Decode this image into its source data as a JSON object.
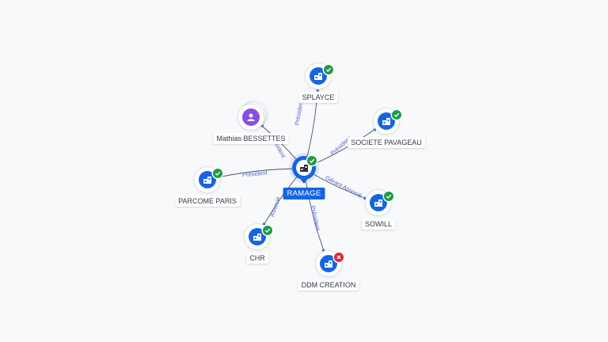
{
  "graph": {
    "center": {
      "label": "RAMAGE",
      "icon": "company-icon",
      "status": "active"
    },
    "nodes": [
      {
        "id": "splayce",
        "label": "SPLAYCE",
        "type": "company",
        "status": "active",
        "relation": "Président"
      },
      {
        "id": "pavageau",
        "label": "SOCIETE PAVAGEAU",
        "type": "company",
        "status": "active",
        "relation": "Président"
      },
      {
        "id": "sowill",
        "label": "SOWILL",
        "type": "company",
        "status": "active",
        "relation": "Gérant Associé"
      },
      {
        "id": "ddm",
        "label": "DDM CREATION",
        "type": "company",
        "status": "closed",
        "relation": "Président"
      },
      {
        "id": "chr",
        "label": "CHR",
        "type": "company",
        "status": "active",
        "relation": "Associé"
      },
      {
        "id": "parcome",
        "label": "PARCOME PARIS",
        "type": "company",
        "status": "active",
        "relation": "Président"
      },
      {
        "id": "bessettes",
        "label": "Mathias BESSETTES",
        "type": "person",
        "status": "",
        "relation": "Président"
      }
    ]
  },
  "colors": {
    "company": "#1565e0",
    "person": "#8a4fe0",
    "active_badge": "#1e9b47",
    "closed_badge": "#e0243f",
    "edge": "#4a5160",
    "edge_label": "#4f66c9"
  }
}
